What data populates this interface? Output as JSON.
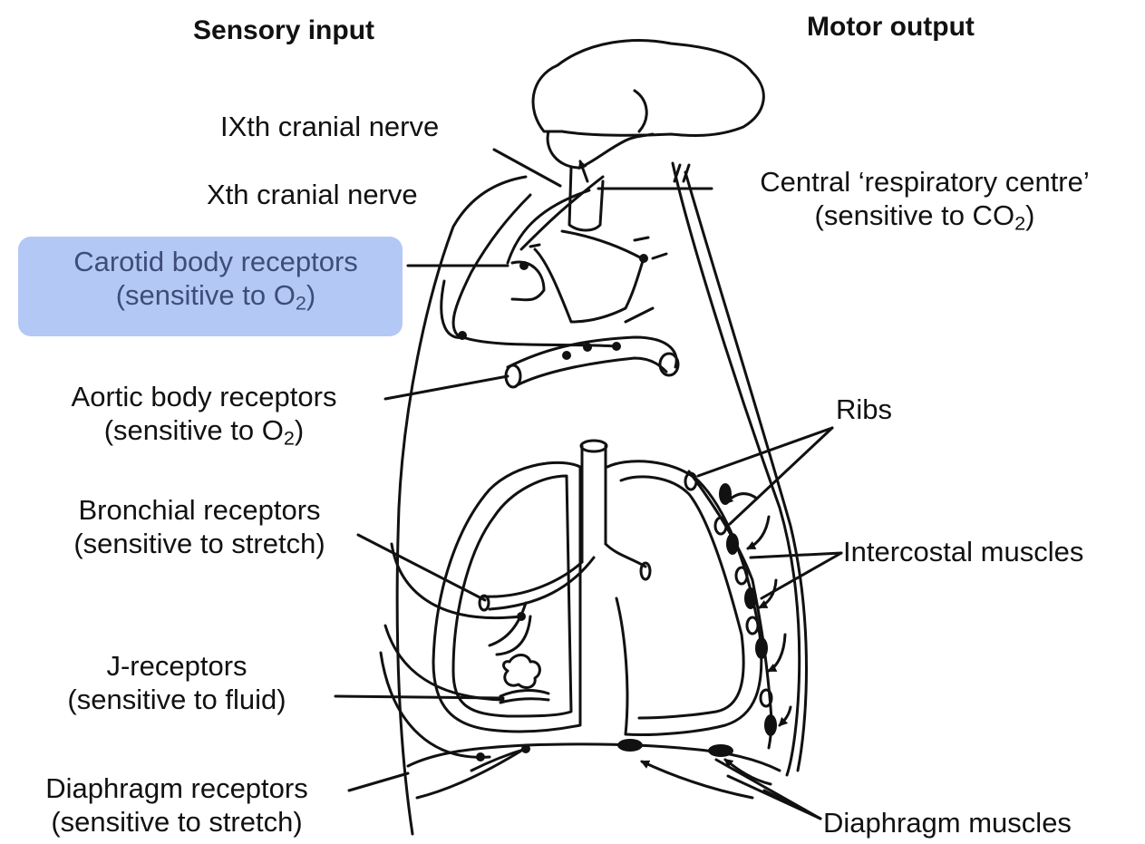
{
  "headings": {
    "sensory": "Sensory input",
    "motor": "Motor output"
  },
  "labels": {
    "ninth_nerve": "IXth cranial nerve",
    "tenth_nerve": "Xth cranial nerve",
    "carotid": {
      "line1": "Carotid body receptors",
      "line2_pre": "(sensitive to O",
      "line2_sub": "2",
      "line2_post": ")"
    },
    "aortic": {
      "line1": "Aortic body receptors",
      "line2_pre": "(sensitive to O",
      "line2_sub": "2",
      "line2_post": ")"
    },
    "bronchial": {
      "line1": "Bronchial receptors",
      "line2": "(sensitive to stretch)"
    },
    "j_receptors": {
      "line1": "J-receptors",
      "line2": "(sensitive to fluid)"
    },
    "diaphragm_receptors": {
      "line1": "Diaphragm receptors",
      "line2": "(sensitive to stretch)"
    },
    "central": {
      "line1": "Central ‘respiratory centre’",
      "line2_pre": "(sensitive to CO",
      "line2_sub": "2",
      "line2_post": ")"
    },
    "ribs": "Ribs",
    "intercostal": "Intercostal muscles",
    "diaphragm_muscles": "Diaphragm muscles"
  },
  "colors": {
    "highlight": "#b4c8f5",
    "highlight_text": "#3d4d7a",
    "ink": "#111111"
  }
}
